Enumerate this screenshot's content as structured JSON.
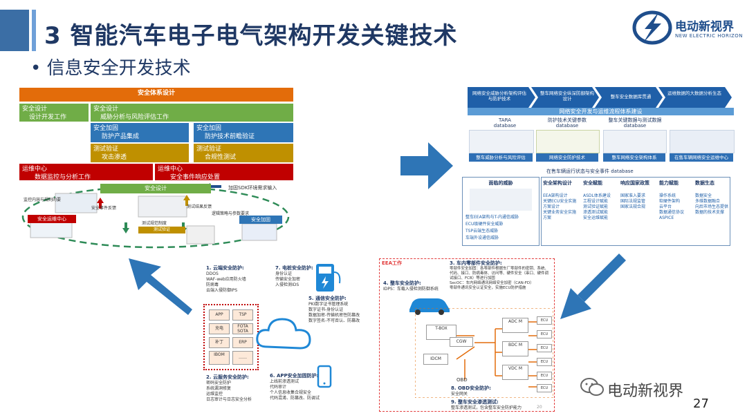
{
  "header": {
    "title": "3 智能汽车电子电气架构开发关键技术",
    "subtitle": "• 信息安全开发技术",
    "logo_cn": "电动新视界",
    "logo_en": "NEW ELECTRIC HORIZON"
  },
  "left_panel": {
    "top": "安全体系设计",
    "row1_a_title": "安全设计",
    "row1_a_sub": "设计开发工作",
    "row1_b_title": "安全设计",
    "row1_b_sub": "威胁分析与风险评估工作",
    "row2_a_title": "安全加固",
    "row2_a_sub": "防护产品集成",
    "row2_b_title": "安全加固",
    "row2_b_sub": "防护技术前瞻验证",
    "row3_a_title": "测试验证",
    "row3_a_sub": "攻击渗透",
    "row3_b_title": "测试验证",
    "row3_b_sub": "合规性测试",
    "row4_a_title": "运维中心",
    "row4_a_sub": "数据监控与分析工作",
    "row4_b_title": "运维中心",
    "row4_b_sub": "安全事件响应处置"
  },
  "cycle": {
    "design": "安全设计",
    "sdk": "加固SDK环境需求输入",
    "ops": "安全运维中心",
    "monitor": "监控内容与规则的要",
    "event_feedback": "安全事件反馈",
    "test_result": "测试结果反馈",
    "policy": "逻辑策略与参数要求",
    "harden": "安全加固",
    "scenario": "测试规范制度",
    "test_verify": "测试验证"
  },
  "right_panel": {
    "chev1": "网络安全威胁分析架构评估与防护技术",
    "chev2": "整车网络安全纵深防御架构设计",
    "chev3": "整车安全数据库贯通",
    "chev4": "运维数据的大数据分析生态",
    "system_bar": "网络安全开发与运维流程体系建设",
    "db1_title": "TARA",
    "db1_sub": "database",
    "db2_title": "防护技术关键参数",
    "db2_sub": "database",
    "db3_title": "整车关键数据与测试数据",
    "db3_sub": "database",
    "lbl1": "整车威胁分析与风险评估",
    "lbl2": "网络安全防护技术",
    "lbl3": "整车网络安全架构体系",
    "lbl4": "在售车辆网络安全运维中心",
    "db_note": "在售车辆运行状态与安全事件",
    "db_note2": "database",
    "threat_title": "面临的威胁",
    "threats": [
      "整车EEA架构与T-内通信威胁",
      "ECU级硬件安全威胁",
      "TSP云端生态威胁",
      "车端外设通信威胁"
    ],
    "cols": [
      {
        "title": "安全架构设计",
        "items": [
          "EEA架构设计",
          "关键ECU安全实施方案设计",
          "关键业务安全实施方案"
        ]
      },
      {
        "title": "安全赋能",
        "items": [
          "ASDL体系建设",
          "工程设计赋能",
          "测试验证赋能",
          "渗透测试赋能",
          "安全运维赋能"
        ]
      },
      {
        "title": "响应国家政策",
        "items": [
          "国家准入要求",
          "国际法规监管",
          "国家法规合规"
        ]
      },
      {
        "title": "能力赋能",
        "items": [
          "操作系统",
          "软硬件架构",
          "云平台",
          "数据通信协议",
          "ASPICE"
        ]
      },
      {
        "title": "数据生态",
        "items": [
          "数据安全",
          "多维数据融合",
          "向后市场生态提供数据的技术支撑"
        ]
      }
    ]
  },
  "bottom": {
    "s1_title": "1. 云端安全防护:",
    "s1_items": [
      "DDOS",
      "WAF-web应用防火墙",
      "防病毒",
      "云端入侵防御IPS"
    ],
    "cloud_apps": [
      "APP",
      "TSP",
      "充电",
      "FOTA SOTA",
      "补丁",
      "ERP",
      "IBOM",
      "……"
    ],
    "s2_title": "2. 云服务安全防护:",
    "s2_items": [
      "密码安全防护",
      "系统漏洞修复",
      "运维监控",
      "日志审计与日志安全分析"
    ],
    "s7_title": "7. 电桩安全防护:",
    "s7_items": [
      "身份认证",
      "传输安全加密",
      "入侵检测IDS"
    ],
    "s5_title": "5. 通信安全防护:",
    "s5_items": [
      "PKI数字证书管理系统",
      "数字证书-身份认证",
      "数据加密-传输机密性防篡改",
      "数字签名-不可否认、防篡改"
    ],
    "s6_title": "6. APP安全加固防护:",
    "s6_items": [
      "上线前渗透测试",
      "代码审计",
      "个人信息收集合规安全",
      "代码混淆、防篡改、防调试"
    ],
    "eea_label": "EEA工作",
    "s4_title": "4. 整车安全防护:",
    "s4_items": [
      "IDPS：车载入侵检测防御系统"
    ],
    "s3_title": "3. 车内零部件安全防护:",
    "s3_items": [
      "零部件安全加固：各零部件根据车厂零部件的密钥、系统、代码、接口、防病毒体、访问等、硬件安全（串口、硬件调试接口、FCB）等进行加固",
      "SecOC：车内网络通讯网络安全加密（CAN-FD）",
      "零部件通讯安全认证安全，实施ECU防护措施"
    ],
    "tbox": "T-BOX",
    "cgw": "CGW",
    "idcm": "IDCM",
    "obd": "OBD",
    "adc": "ADC M",
    "bdc": "BDC M",
    "vdc": "VDC M",
    "ecu": "ECU",
    "s8_title": "8. OBD安全防护:",
    "s8_items": [
      "安全网关"
    ],
    "s9_title": "9. 整车安全渗透测试:",
    "s9_items": [
      "整车渗透测试，包含整车安全防护能力"
    ],
    "watermark": "电动新视界",
    "page_number": "27",
    "tiny_page": "20"
  }
}
